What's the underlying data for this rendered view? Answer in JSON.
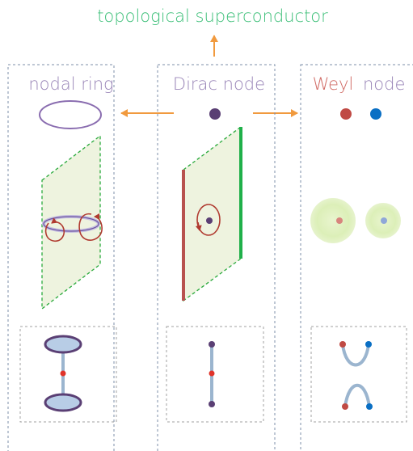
{
  "top_label": "topological superconductor",
  "panels": {
    "left": {
      "title": "nodal ring"
    },
    "middle": {
      "title": "Dirac node"
    },
    "right": {
      "title_part1": "Weyl",
      "title_part2": "node"
    }
  },
  "colors": {
    "green_text": "#3cbf78",
    "orange": "#f19a3e",
    "purple_text": "#9a86b8",
    "red_text": "#d06a64",
    "dashed_box": "#7c8fa8",
    "purple_dark": "#5a3f74",
    "ring": "#8a6db0",
    "plane_fill": "#eef3df",
    "plane_edge": "#2aaa3c",
    "green_edge": "#20b04a",
    "red_edge": "#b8524f",
    "loop_red": "#b03a30",
    "red_dot": "#c04a44",
    "blue_dot": "#0a6fc4",
    "stick": "#9bb5cf",
    "blob_fill": "#b8cde6",
    "glow": "#dcefb8",
    "dot_mid": "#e0342a",
    "grey_dash": "#a0a0a0"
  }
}
